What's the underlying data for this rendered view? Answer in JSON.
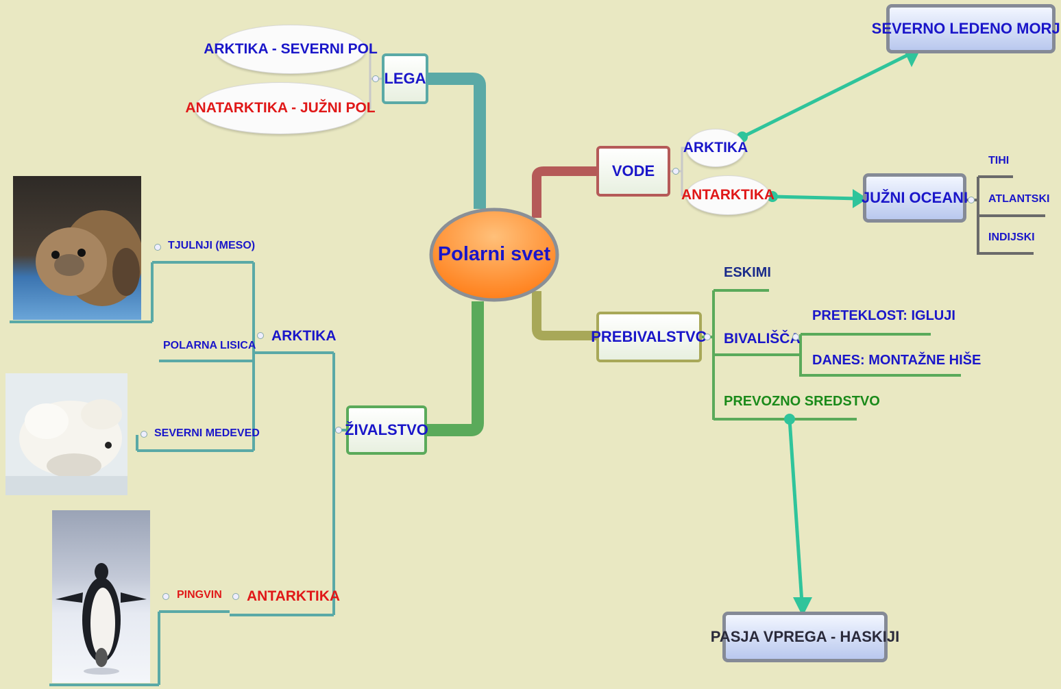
{
  "central": {
    "label": "Polarni svet"
  },
  "lega": {
    "label": "LEGA",
    "children": [
      "ARKTIKA - SEVERNI POL",
      "ANATARKTIKA - JUŽNI POL"
    ]
  },
  "vode": {
    "label": "VODE",
    "children": [
      "ARKTIKA",
      "ANTARKTIKA"
    ],
    "links": {
      "arctic_target": "SEVERNO LEDENO MORJE",
      "antarctic_target": "JUŽNI OCEANI"
    },
    "oceans": [
      "TIHI",
      "ATLANTSKI",
      "INDIJSKI"
    ]
  },
  "prebivalstvo": {
    "label": "PREBIVALSTVO",
    "eskimi": "ESKIMI",
    "bivalisca": "BIVALIŠČA",
    "bivalisca_children": [
      "PRETEKLOST: IGLUJI",
      "DANES: MONTAŽNE HIŠE"
    ],
    "prevozno": "PREVOZNO SREDSTVO",
    "prevozno_target": "PASJA VPREGA - HASKIJI"
  },
  "zivalstvo": {
    "label": "ŽIVALSTVO",
    "arktika": "ARKTIKA",
    "arktika_children": [
      "TJULNJI (MESO)",
      "POLARNA LISICA",
      "SEVERNI MEDEVED"
    ],
    "antarktika": "ANTARKTIKA",
    "antarktika_children": [
      "PINGVIN"
    ]
  },
  "colors": {
    "background": "#e9e8c2",
    "lega_branch": "#5aa9a6",
    "vode_branch": "#b55a58",
    "prebivalstvo_branch": "#a8a858",
    "zivalstvo_branch": "#5aaa5a",
    "link_arrow": "#2fc49b",
    "central_fill": "#ff9a3a"
  }
}
